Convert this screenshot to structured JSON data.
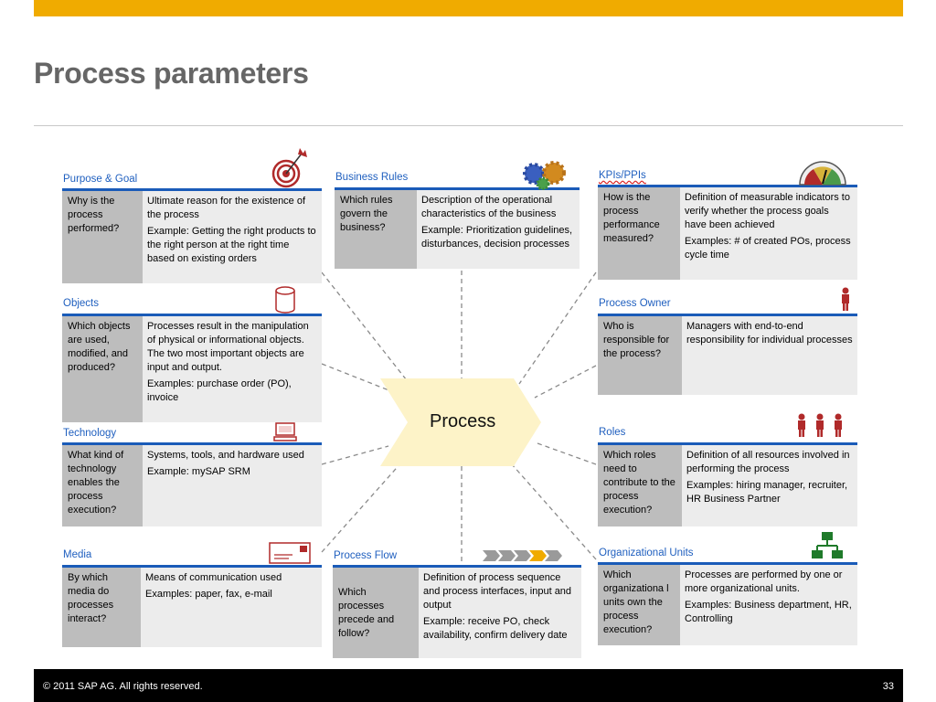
{
  "slide": {
    "title": "Process parameters",
    "footer_copyright": "©  2011 SAP AG. All rights reserved.",
    "page_number": "33"
  },
  "center": {
    "label": "Process"
  },
  "cards": {
    "purpose": {
      "title": "Purpose & Goal",
      "question": "Why is the process performed?",
      "answer": [
        "Ultimate reason for the existence of the process",
        "Example: Getting the right products to the right person at the right time based on existing orders"
      ],
      "icon": "target-icon"
    },
    "objects": {
      "title": "Objects",
      "question": "Which objects are used, modified, and produced?",
      "answer": [
        "Processes result in the manipulation of physical or informational objects.  The two most important objects are input and output.",
        "Examples: purchase order (PO), invoice"
      ],
      "icon": "cylinder-icon"
    },
    "technology": {
      "title": "Technology",
      "question": "What kind of technology enables the process execution?",
      "answer": [
        "Systems, tools, and hardware used",
        "Example: mySAP SRM"
      ],
      "icon": "computer-icon"
    },
    "media": {
      "title": "Media",
      "question": "By which media do processes interact?",
      "answer": [
        "Means of communication used",
        "Examples: paper, fax, e-mail"
      ],
      "icon": "envelope-icon"
    },
    "rules": {
      "title": "Business Rules",
      "question": "Which rules govern the business?",
      "answer": [
        "Description of the operational characteristics of the business",
        "Example: Prioritization guidelines, disturbances, decision processes"
      ],
      "icon": "gears-icon"
    },
    "flow": {
      "title": "Process Flow",
      "question": "Which processes precede and follow?",
      "answer": [
        "Definition of process sequence and process interfaces, input and output",
        "Example: receive PO, check availability, confirm delivery date"
      ],
      "icon": "chevron-flow-icon"
    },
    "kpis": {
      "title": "KPIs/PPIs",
      "question": "How is the process performance measured?",
      "answer": [
        "Definition of measurable indicators to verify whether the process goals have been achieved",
        "Examples: # of created POs, process cycle time"
      ],
      "icon": "gauge-icon"
    },
    "owner": {
      "title": "Process Owner",
      "question": "Who is responsible for the process?",
      "answer": [
        "Managers with end-to-end responsibility for individual processes"
      ],
      "icon": "person-icon"
    },
    "roles": {
      "title": "Roles",
      "question": "Which roles need to contribute to the process execution?",
      "answer": [
        "Definition of all resources involved in performing the process",
        "Examples: hiring manager, recruiter, HR Business Partner"
      ],
      "icon": "people-icon"
    },
    "org": {
      "title": "Organizational Units",
      "question": "Which organizationa l units own the process execution?",
      "answer": [
        "Processes are performed by one or more organizational units.",
        "Examples: Business department, HR, Controlling"
      ],
      "icon": "org-chart-icon"
    }
  },
  "colors": {
    "accent_bar": "#F0AB00",
    "card_rule": "#1a5bb8",
    "card_title": "#1f5fbf",
    "question_bg": "#bdbdbd",
    "answer_bg": "#ececec",
    "process_shape": "#FDF3C8"
  }
}
